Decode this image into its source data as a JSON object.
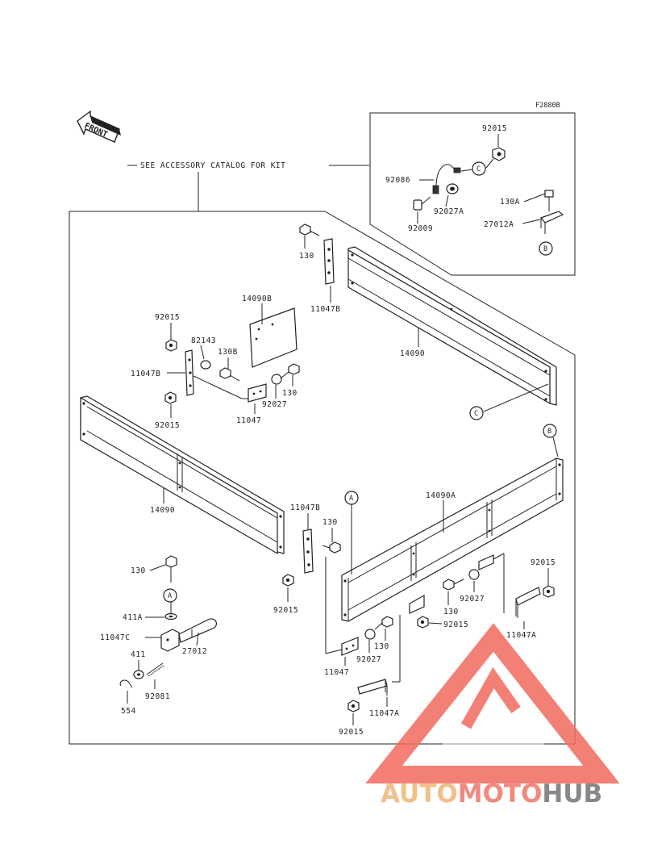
{
  "diagram": {
    "ref_code": "F2880B",
    "front_label": "FRONT",
    "callout": "SEE ACCESSORY CATALOG FOR KIT",
    "part_labels": {
      "p92015_inset": "92015",
      "p92086": "92086",
      "p92027a": "92027A",
      "p92009": "92009",
      "p130a": "130A",
      "p27012a": "27012A",
      "p130_top": "130",
      "p11047b_top": "11047B",
      "p14090b": "14090B",
      "p14090_top": "14090",
      "p92015_left": "92015",
      "p82143": "82143",
      "p130b": "130B",
      "p11047b_left": "11047B",
      "p130_mid": "130",
      "p92027_mid": "92027",
      "p92015_left2": "92015",
      "p11047_mid": "11047",
      "p14090_left": "14090",
      "p11047b_center": "11047B",
      "p130_center": "130",
      "p92015_center": "92015",
      "p14090a": "14090A",
      "p130_hitch": "130",
      "p411a": "411A",
      "p11047c": "11047C",
      "p27012": "27012",
      "p411": "411",
      "p92081": "92081",
      "p554": "554",
      "p92015_right": "92015",
      "p92027_right": "92027",
      "p130_right": "130",
      "p92015_right2": "92015",
      "p11047a_right": "11047A",
      "p92027_low": "92027",
      "p130_low": "130",
      "p11047_low": "11047",
      "p11047a_low": "11047A",
      "p92015_bottom": "92015"
    },
    "ref_circles": {
      "c_inset": "C",
      "b_inset": "B",
      "c_main": "C",
      "b_main": "B",
      "a_main": "A",
      "a_hitch": "A"
    }
  },
  "watermark": {
    "part1": "AUTO",
    "part2": "MOTO",
    "part3": "HUB",
    "colors": {
      "auto": "#f2c08a",
      "moto": "#f08a80",
      "hub": "#888888",
      "triangle": "#f26a5e"
    }
  }
}
